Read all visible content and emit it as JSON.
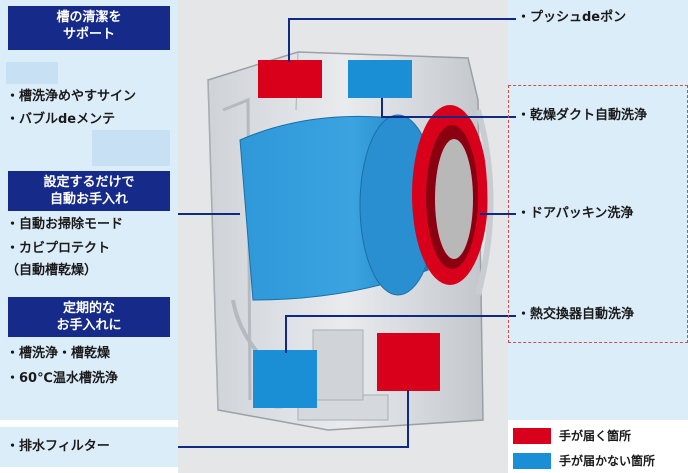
{
  "left": {
    "section1": {
      "heading_lines": [
        "槽の清潔を",
        "サポート"
      ],
      "items": [
        "・槽洗浄めやすサイン",
        "・バブルdeメンテ"
      ]
    },
    "section2": {
      "heading_lines": [
        "設定するだけで",
        "自動お手入れ"
      ],
      "items": [
        "・自動お掃除モード",
        "・カビプロテクト",
        "（自動槽乾燥）"
      ]
    },
    "section3": {
      "heading_lines": [
        "定期的な",
        "お手入れに"
      ],
      "items": [
        "・槽洗浄・槽乾燥",
        "・60℃温水槽洗浄"
      ]
    },
    "filter": "・排水フィルター"
  },
  "right": {
    "top_item": "・プッシュdeポン",
    "items": [
      "・乾燥ダクト自動洗浄",
      "・ドアパッキン洗浄",
      "・熱交換器自動洗浄"
    ]
  },
  "legend": {
    "reach": "手が届く箇所",
    "no_reach": "手が届かない箇所"
  },
  "colors": {
    "reach": "#d9001b",
    "no_reach": "#1a8fd6",
    "heading_bg": "#162a8a",
    "panel_bg": "#dcedfa",
    "line": "#0f2a85"
  }
}
